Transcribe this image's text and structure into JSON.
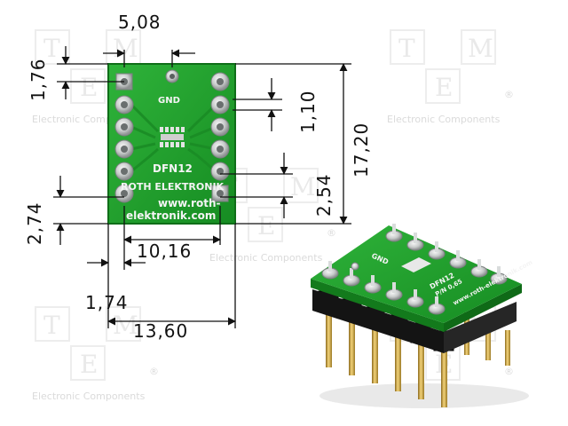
{
  "dimensions": {
    "pad_pitch_top": "5,08",
    "top_margin": "1,76",
    "row_pitch": "1,10",
    "board_height": "17,20",
    "row_spacing": "2,54",
    "bottom_margin": "2,74",
    "pin_row_width": "10,16",
    "side_margin": "1,74",
    "board_width": "13,60"
  },
  "board_labels": {
    "gnd": "GND",
    "part": "DFN12",
    "maker": "ROTH ELEKTRONIK",
    "url_line1": "www.roth-",
    "url_line2": "elektronik.com"
  },
  "photo_labels": {
    "gnd": "GND",
    "part_line1": "DFN12",
    "part_line2": "P/N 0,65",
    "url": "www.roth-elektronik.com"
  },
  "watermark": {
    "letters": [
      "T",
      "M",
      "E"
    ],
    "tagline": "Electronic Components",
    "registered": "®"
  },
  "colors": {
    "pcb_green": "#1f9a2a",
    "pcb_edge": "#137a1c",
    "pad_silver": "#c9cccc",
    "pin_gold": "#c9a23a",
    "header_black": "#141414"
  }
}
